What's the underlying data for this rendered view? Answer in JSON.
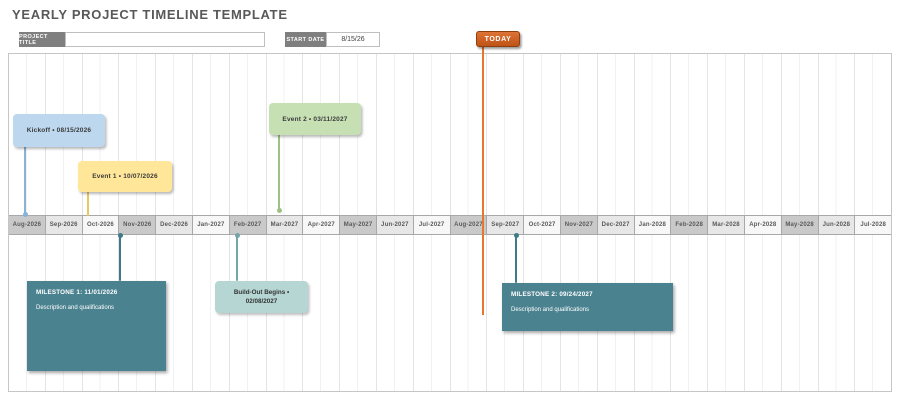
{
  "page": {
    "title": "YEARLY PROJECT TIMELINE TEMPLATE"
  },
  "form": {
    "project_title": {
      "label": "PROJECT TITLE",
      "value": "",
      "placeholder": ""
    },
    "start_date": {
      "label": "START DATE",
      "value": "8/15/26"
    }
  },
  "today": {
    "label": "TODAY"
  },
  "timeline": {
    "months": [
      "Aug-2026",
      "Sep-2026",
      "Oct-2026",
      "Nov-2026",
      "Dec-2026",
      "Jan-2027",
      "Feb-2027",
      "Mar-2027",
      "Apr-2027",
      "May-2027",
      "Jun-2027",
      "Jul-2027",
      "Aug-2027",
      "Sep-2027",
      "Oct-2027",
      "Nov-2027",
      "Dec-2027",
      "Jan-2028",
      "Feb-2028",
      "Mar-2028",
      "Apr-2028",
      "May-2028",
      "Jun-2028",
      "Jul-2028"
    ],
    "callouts": [
      {
        "id": "kickoff",
        "label": "Kickoff • 08/15/2026",
        "color": "#bdd7ee"
      },
      {
        "id": "event-1",
        "label": "Event 1 • 10/07/2026",
        "color": "#ffe699"
      },
      {
        "id": "event-2",
        "label": "Event 2 • 03/11/2027",
        "color": "#c6e0b4"
      }
    ],
    "milestones": [
      {
        "id": "milestone-1",
        "title": "MILESTONE 1: 11/01/2026",
        "description": "Description and qualifications",
        "color": "#4b8290"
      },
      {
        "id": "build-out",
        "label_line1": "Build-Out Begins •",
        "label_line2": "02/08/2027",
        "color": "#b5d6d3"
      },
      {
        "id": "milestone-2",
        "title": "MILESTONE 2: 09/24/2027",
        "description": "Description and qualifications",
        "color": "#4b8290"
      }
    ]
  },
  "colors": {
    "title_text": "#595959",
    "label_chip_bg": "#7f7f7f",
    "today_badge": "#c05317",
    "today_line": "#e8772e",
    "milestone_teal": "#4b8290",
    "axis_shade_dark": "#c9c9c9",
    "axis_shade_mid": "#e7e7e7",
    "axis_shade_light": "#f7f7f7"
  }
}
